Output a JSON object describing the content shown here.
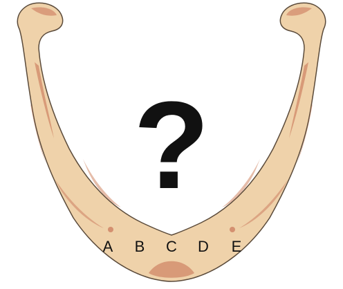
{
  "figure": {
    "question_mark": "?",
    "labels": [
      "A",
      "B",
      "C",
      "D",
      "E"
    ],
    "colors": {
      "bone": "#efd2aa",
      "bone_outline": "#5a4a3a",
      "shading": "#d49070",
      "text": "#111111"
    }
  }
}
